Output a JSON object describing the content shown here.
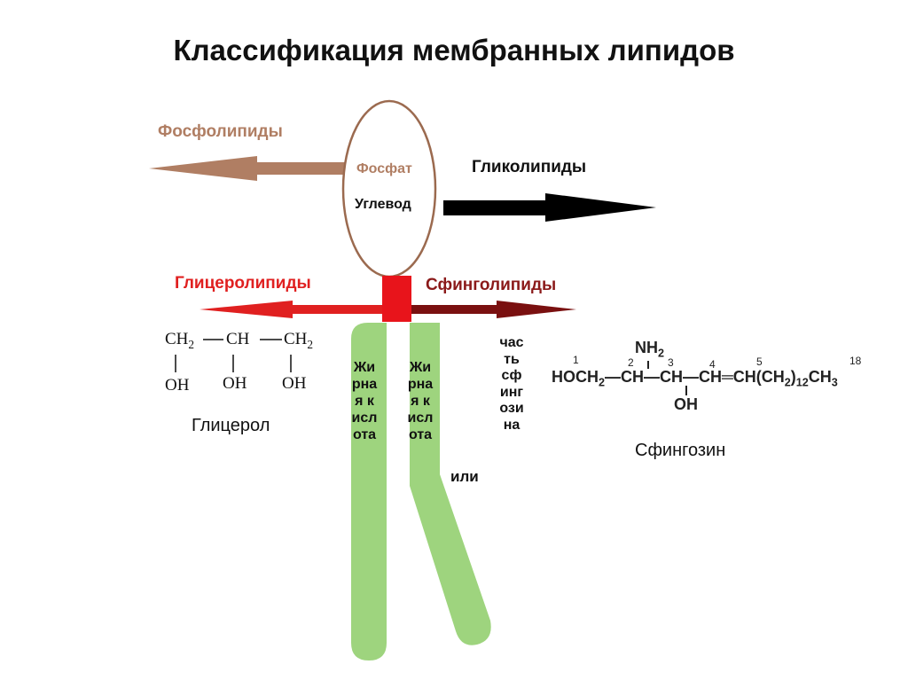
{
  "title": "Классификация мембранных липидов",
  "labels": {
    "phospholipids": "Фосфолипиды",
    "glycolipids": "Гликолипиды",
    "phosphate": "Фосфат",
    "carbohydrate": "Углевод",
    "glycerolipids": "Глицеролипиды",
    "sphingolipids": "Сфинголипиды",
    "fatty_acid_1": "Жирная кислота",
    "fatty_acid_2": "Жирная кислота",
    "or": "или",
    "sphingosine_part": "часть сфингозина",
    "glycerol_caption": "Глицерол",
    "sphingosine_caption": "Сфингозин"
  },
  "glycerol_formula": {
    "carbons": [
      "CH2",
      "CH",
      "CH2"
    ],
    "groups": [
      "OH",
      "OH",
      "OH"
    ]
  },
  "sphingosine_formula": {
    "main": "HOCH2—CH—CH—CH═CH(CH2)12CH3",
    "top_group": "NH2",
    "bottom_group": "OH",
    "numbers": [
      "1",
      "2",
      "3",
      "4",
      "5",
      "18"
    ]
  },
  "colors": {
    "phospholipid_arrow": "#b07e63",
    "glycolipid_arrow": "#000000",
    "glycerolipid_arrow": "#e02020",
    "sphingolipid_arrow": "#7a1010",
    "fatty_acid_tail": "#9ed47e",
    "head_block": "#e8141b",
    "oval_outline": "#9b6a4f"
  }
}
